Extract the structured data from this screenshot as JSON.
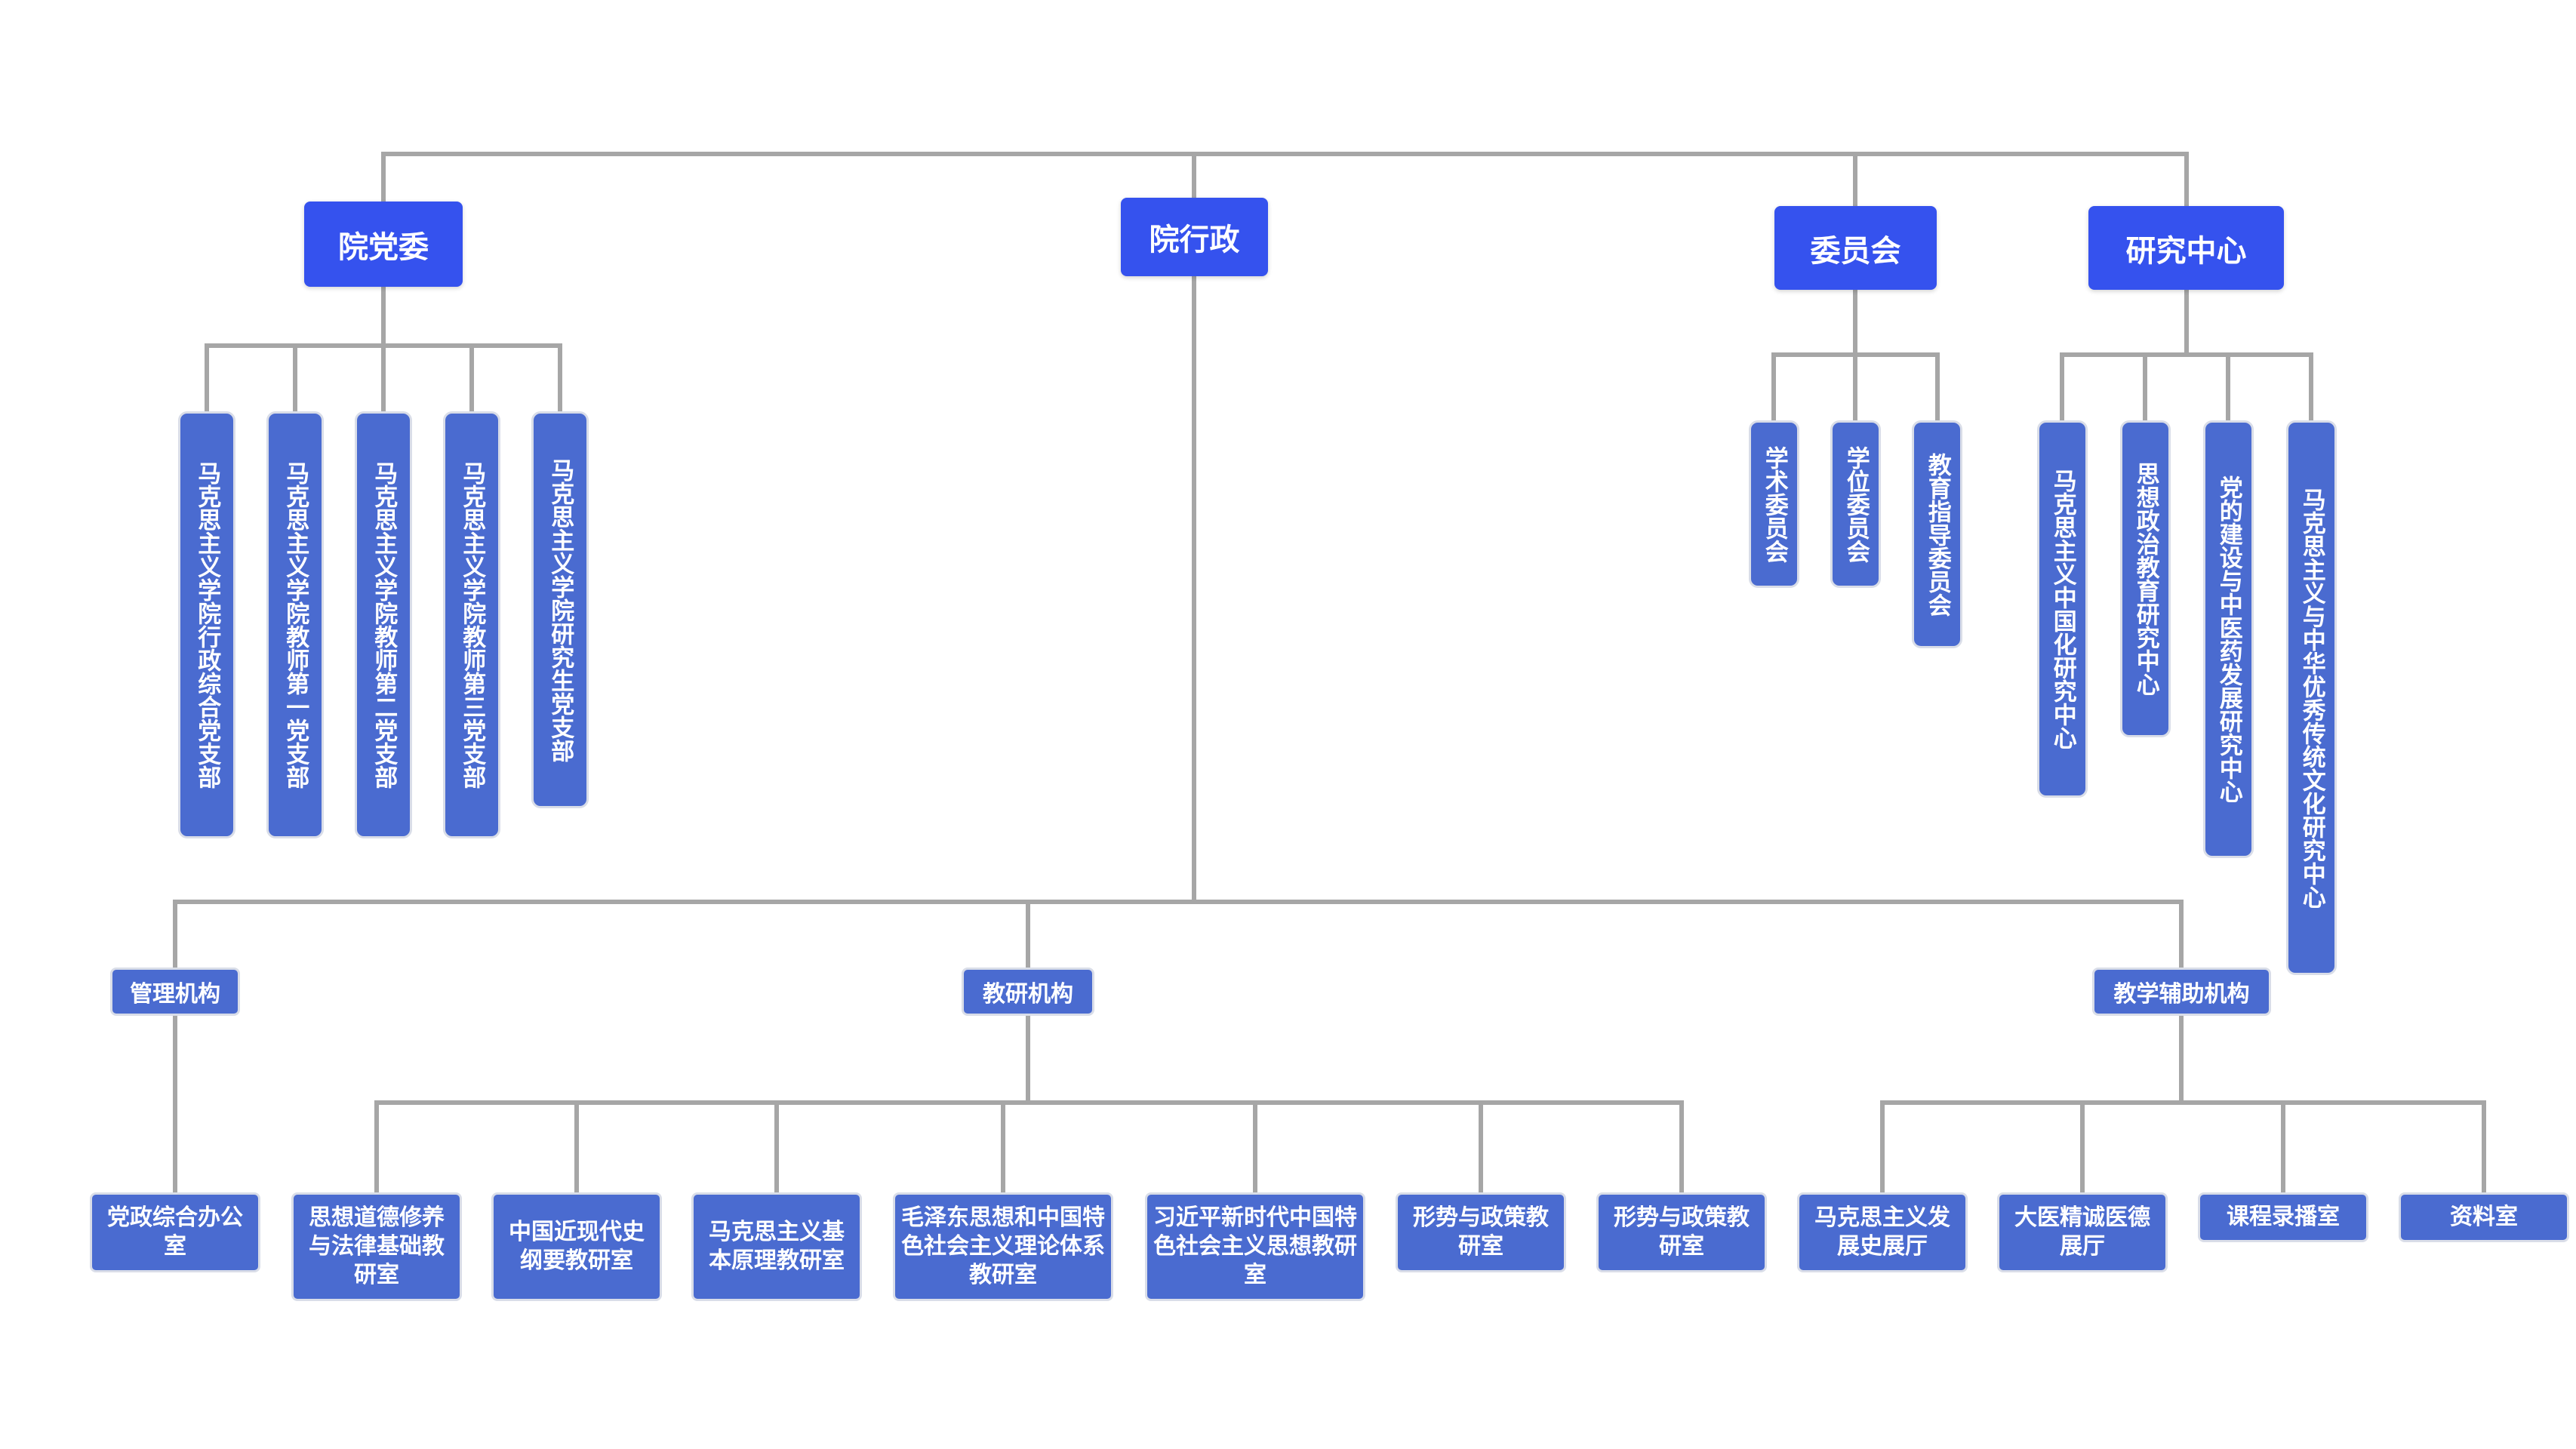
{
  "colors": {
    "primary": "#3552ee",
    "secondary": "#4a6bd0",
    "line": "#a6a6a6"
  },
  "top": {
    "party": "院党委",
    "admin": "院行政",
    "committee": "委员会",
    "research": "研究中心"
  },
  "party_branches": [
    "马克思主义学院行政综合党支部",
    "马克思主义学院教师第一党支部",
    "马克思主义学院教师第二党支部",
    "马克思主义学院教师第三党支部",
    "马克思主义学院研究生党支部"
  ],
  "committees": [
    "学术委员会",
    "学位委员会",
    "教育指导委员会"
  ],
  "research_centers": [
    "马克思主义中国化研究中心",
    "思想政治教育研究中心",
    "党的建设与中医药发展研究中心",
    "马克思主义与中华优秀传统文化研究中心"
  ],
  "mid": {
    "management": "管理机构",
    "teaching_research": "教研机构",
    "teaching_aux": "教学辅助机构"
  },
  "management_units": [
    "党政综合办公室"
  ],
  "teaching_units": [
    "思想道德修养与法律基础教研室",
    "中国近现代史纲要教研室",
    "马克思主义基本原理教研室",
    "毛泽东思想和中国特色社会主义理论体系教研室",
    "习近平新时代中国特色社会主义思想教研室",
    "形势与政策教研室",
    "形势与政策教研室"
  ],
  "aux_units": [
    "马克思主义发展史展厅",
    "大医精诚医德展厅",
    "课程录播室",
    "资料室"
  ]
}
